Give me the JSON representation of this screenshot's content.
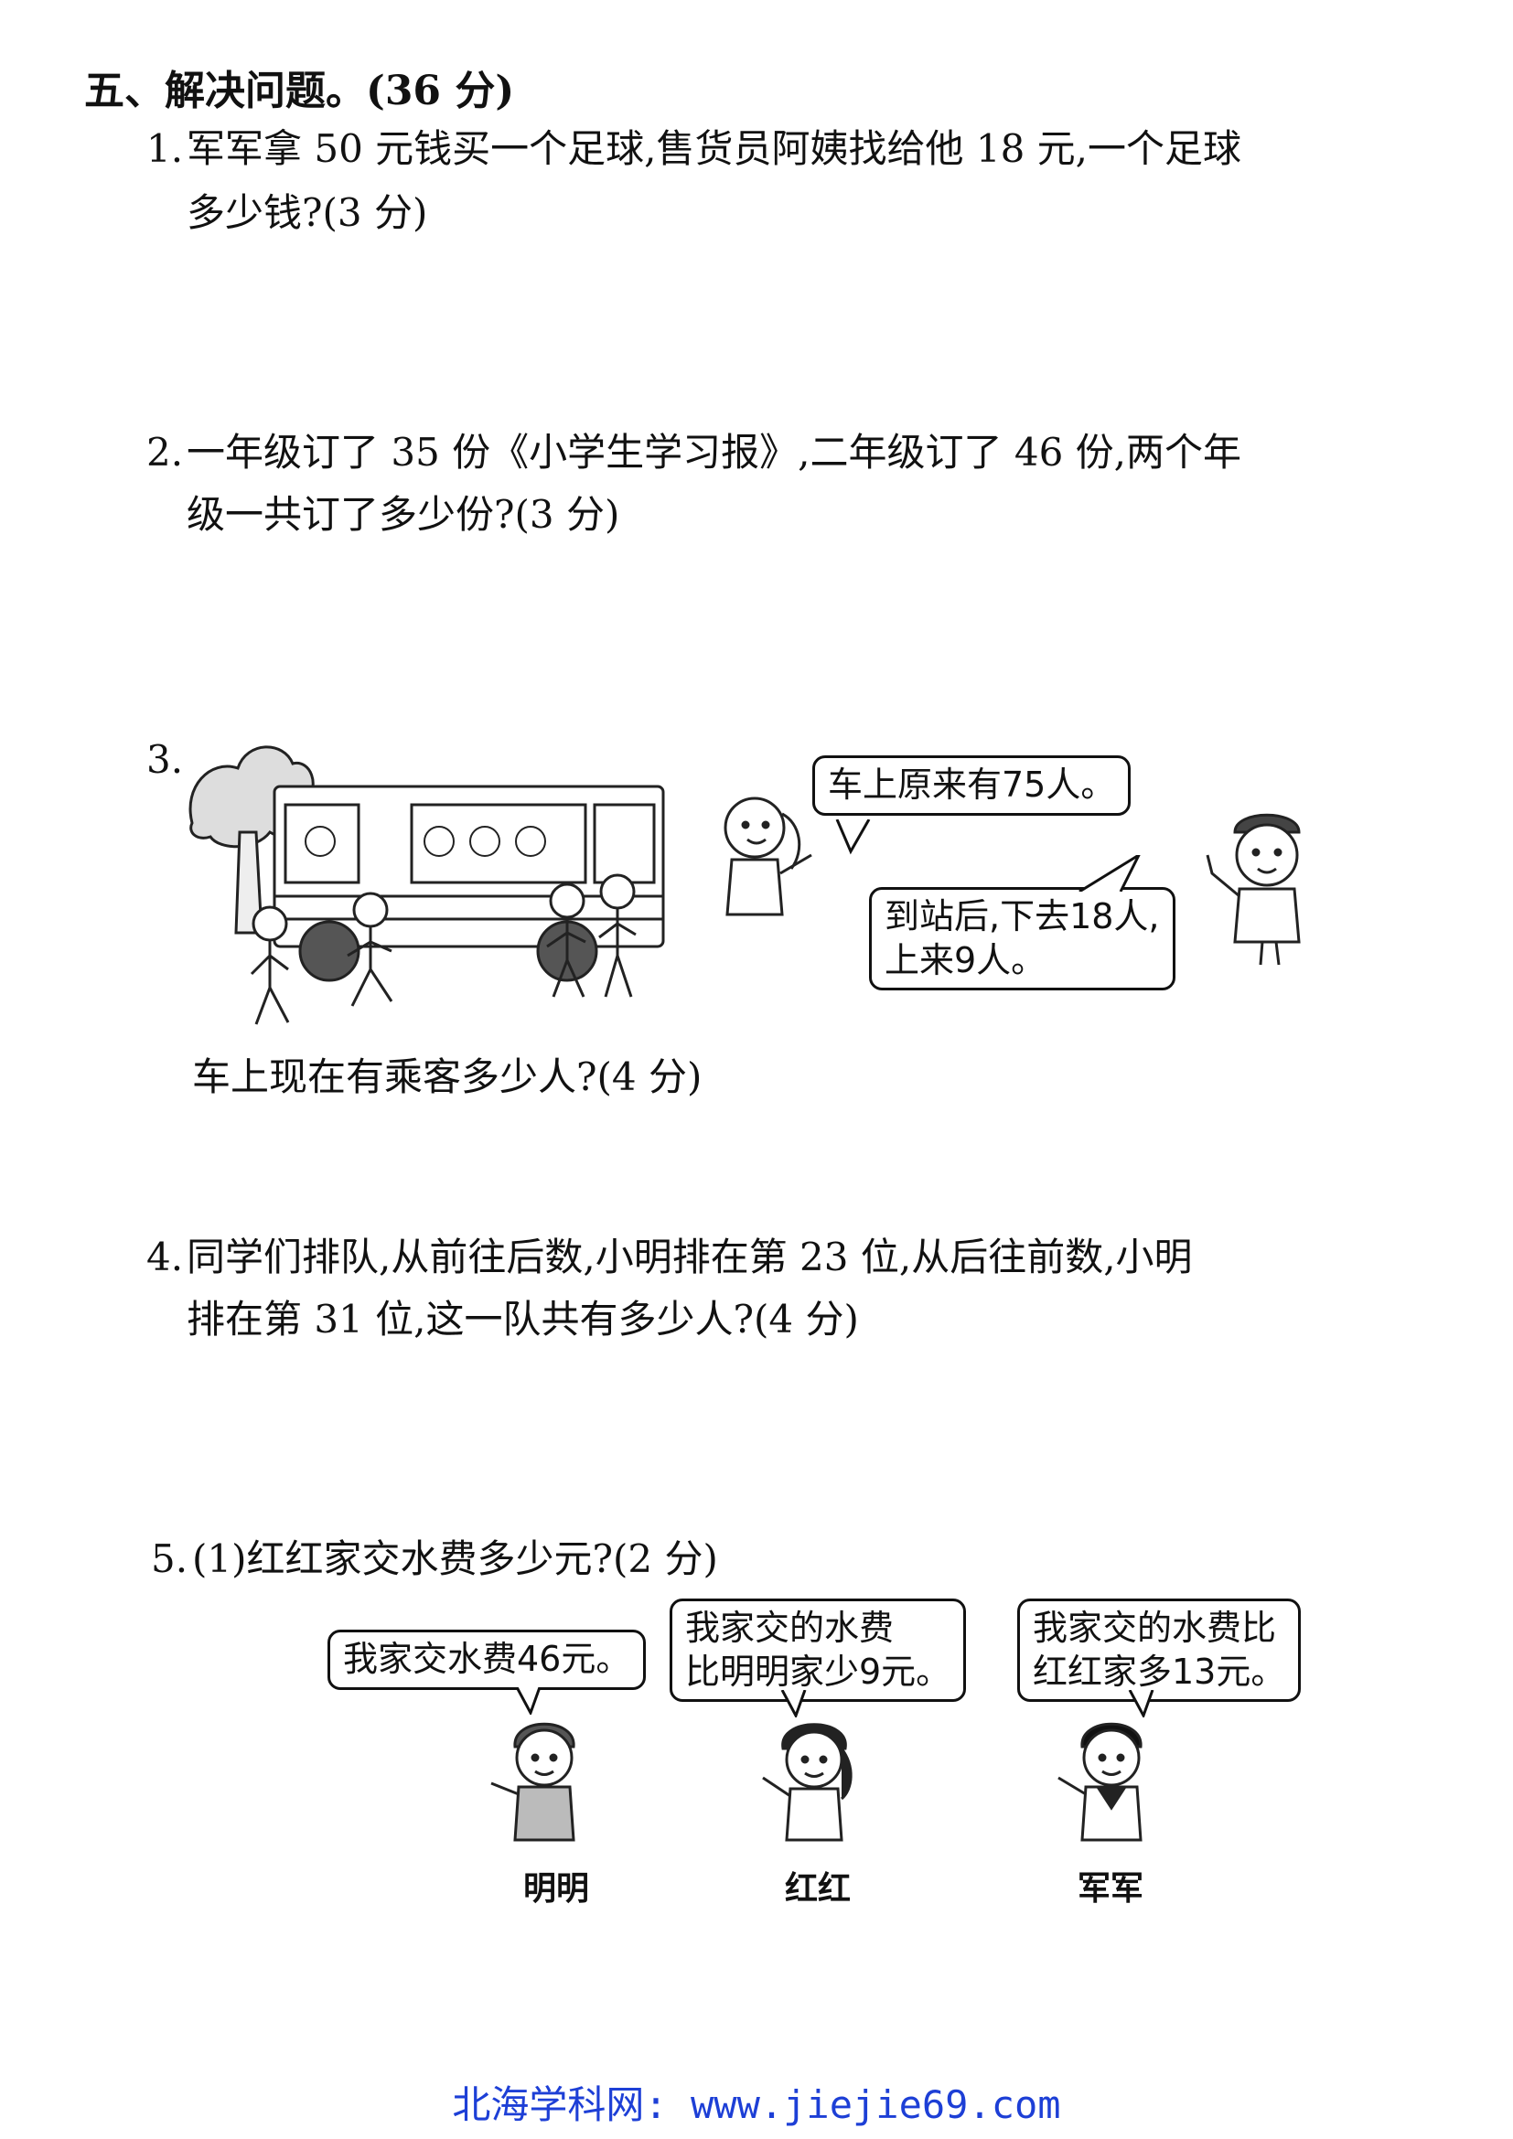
{
  "section": {
    "heading": "五、解决问题。(36 分)"
  },
  "problems": [
    {
      "number": "1.",
      "line1": "军军拿 50 元钱买一个足球,售货员阿姨找给他 18 元,一个足球",
      "line2": "多少钱?(3 分)"
    },
    {
      "number": "2.",
      "line1": "一年级订了 35 份《小学生学习报》,二年级订了 46 份,两个年",
      "line2": "级一共订了多少份?(3 分)"
    },
    {
      "number": "3.",
      "bubble1": "车上原来有75人。",
      "bubble2_line1": "到站后,下去18人,",
      "bubble2_line2": "上来9人。",
      "question": "车上现在有乘客多少人?(4 分)"
    },
    {
      "number": "4.",
      "line1": "同学们排队,从前往后数,小明排在第 23 位,从后往前数,小明",
      "line2": "排在第 31 位,这一队共有多少人?(4 分)"
    },
    {
      "number": "5.",
      "question": "(1)红红家交水费多少元?(2 分)",
      "speakers": [
        {
          "name": "明明",
          "line1": "我家交水费46元。",
          "line2": ""
        },
        {
          "name": "红红",
          "line1": "我家交的水费",
          "line2": "比明明家少9元。"
        },
        {
          "name": "军军",
          "line1": "我家交的水费比",
          "line2": "红红家多13元。"
        }
      ]
    }
  ],
  "footer": {
    "text": "北海学科网: www.jiejie69.com"
  },
  "colors": {
    "text": "#111111",
    "footer": "#1d3fd6",
    "background": "#ffffff"
  }
}
